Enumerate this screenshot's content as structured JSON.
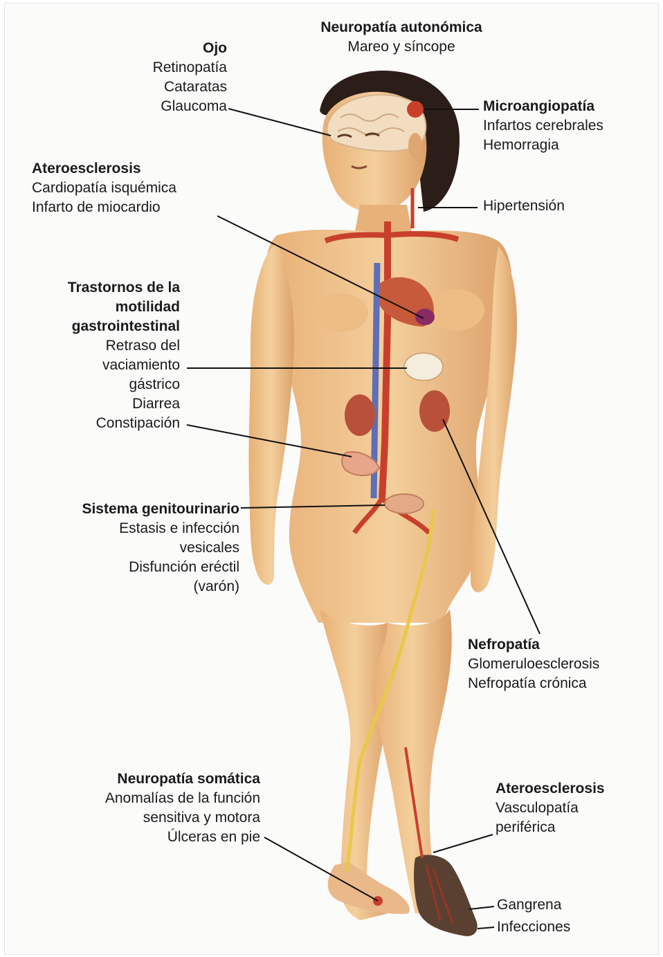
{
  "colors": {
    "skin": "#f0c690",
    "skin_shadow": "#d89a5e",
    "hair": "#2b1d17",
    "artery": "#c8402b",
    "vein": "#5c6fb8",
    "nerve": "#e9c84a",
    "organ": "#c65a3a",
    "gangrene": "#5a4030",
    "line": "#111111"
  },
  "labels": {
    "autonomic": {
      "title": "Neuropatía autonómica",
      "lines": [
        "Mareo y síncope"
      ]
    },
    "eye": {
      "title": "Ojo",
      "lines": [
        "Retinopatía",
        "Cataratas",
        "Glaucoma"
      ]
    },
    "microangio": {
      "title": "Microangiopatía",
      "lines": [
        "Infartos cerebrales",
        "Hemorragia"
      ]
    },
    "athero_heart": {
      "title": "Ateroesclerosis",
      "lines": [
        "Cardiopatía isquémica",
        "Infarto de miocardio"
      ]
    },
    "hypertension": {
      "title": "",
      "lines": [
        "Hipertensión"
      ]
    },
    "gi": {
      "title_lines": [
        "Trastornos de la",
        "motilidad",
        "gastrointestinal"
      ],
      "lines": [
        "Retraso del",
        "vaciamiento",
        "gástrico",
        "Diarrea",
        "Constipación"
      ]
    },
    "genito": {
      "title": "Sistema genitourinario",
      "lines": [
        "Estasis e infección",
        "vesicales",
        "Disfunción eréctil",
        "(varón)"
      ]
    },
    "nephro": {
      "title": "Nefropatía",
      "lines": [
        "Glomeruloesclerosis",
        "Nefropatía crónica"
      ]
    },
    "somatic": {
      "title": "Neuropatía somática",
      "lines": [
        "Anomalías de la función",
        "sensitiva y motora",
        "Úlceras en pie"
      ]
    },
    "athero_periph": {
      "title": "Ateroesclerosis",
      "lines": [
        "Vasculopatía",
        "periférica"
      ]
    },
    "gangrene": {
      "title": "",
      "lines": [
        "Gangrena"
      ]
    },
    "infections": {
      "title": "",
      "lines": [
        "Infecciones"
      ]
    }
  }
}
